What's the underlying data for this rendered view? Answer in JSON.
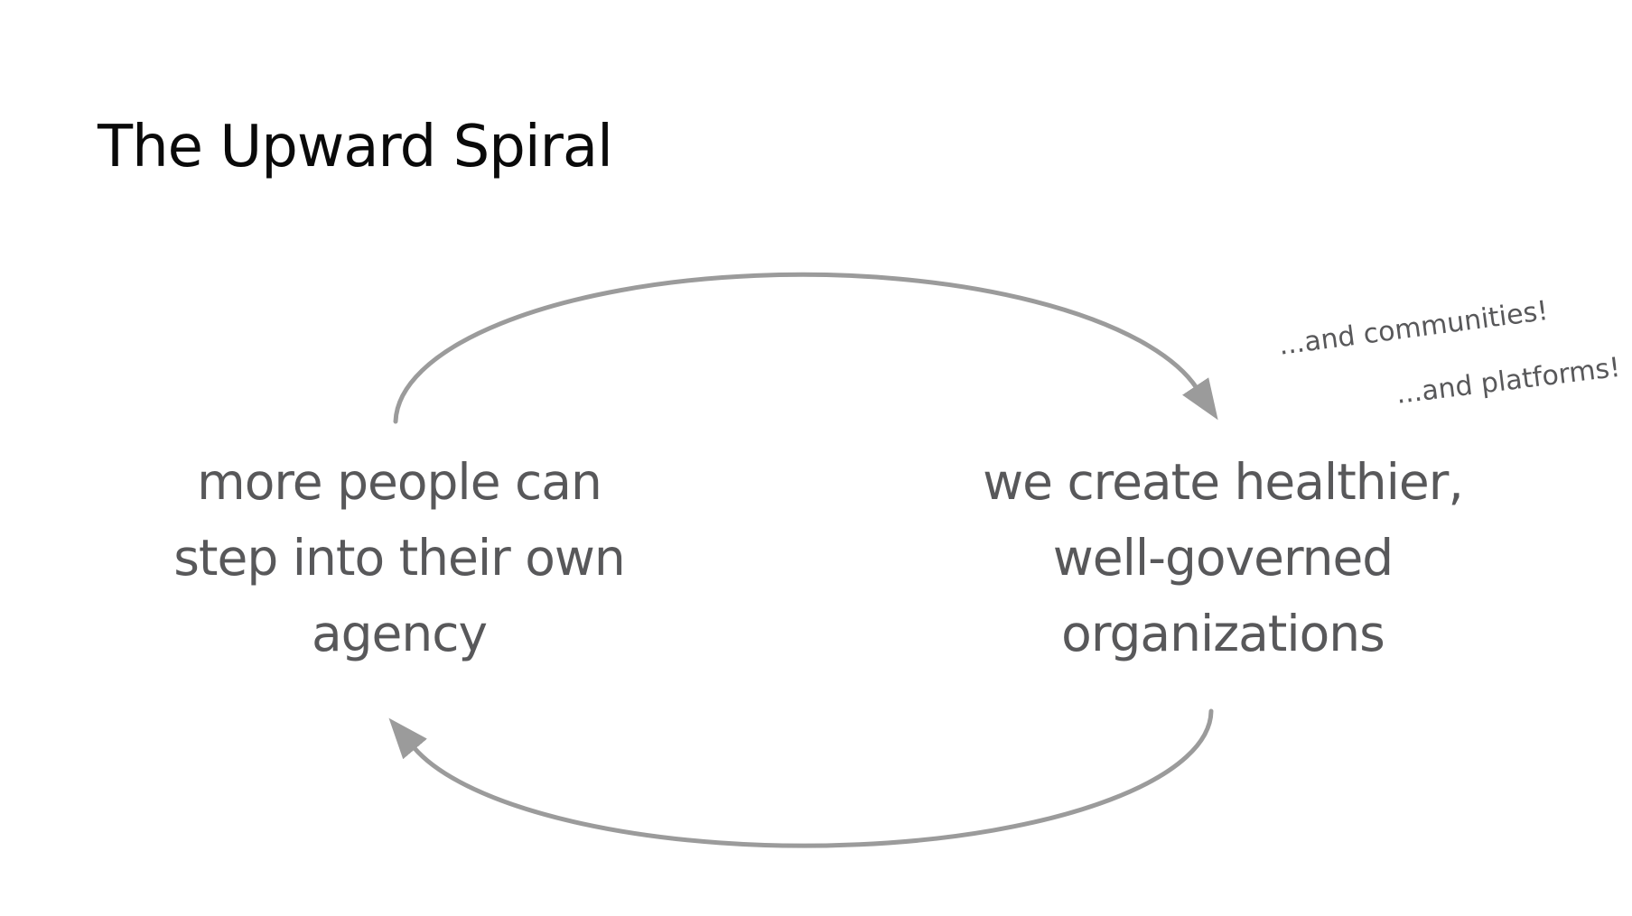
{
  "title": "The Upward Spiral",
  "diagram": {
    "left_node": {
      "lines": [
        "more people can",
        "step into their own",
        "agency"
      ]
    },
    "right_node": {
      "lines": [
        "we create healthier,",
        "well-governed",
        "organizations"
      ]
    },
    "annotations": [
      {
        "text": "...and communities!"
      },
      {
        "text": "...and platforms!"
      }
    ],
    "colors": {
      "background": "#ffffff",
      "title_text": "#0a0a0a",
      "node_text": "#58585a",
      "annotation_text": "#58585a",
      "arrow": "#9b9b9b"
    }
  }
}
